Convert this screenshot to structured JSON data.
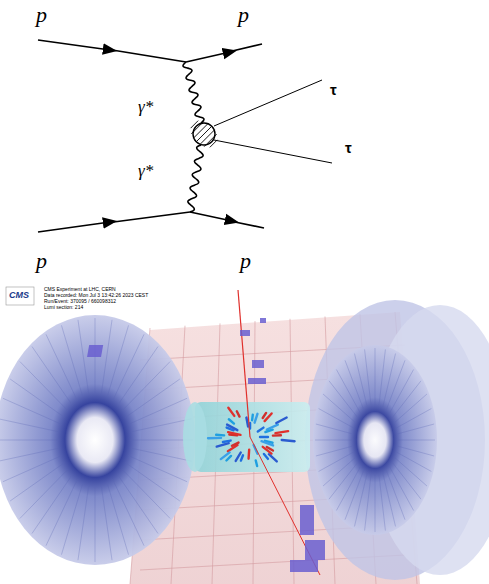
{
  "diagram": {
    "labels": [
      "p",
      "p",
      "γ*",
      "τ",
      "γ*",
      "τ",
      "p",
      "p",
      "CMS",
      "CMS Experiment at LHC, CERN",
      "Data recorded: Mon Jul 3 13:42:26 2023 CEST",
      "Run/Event: 370095 / 660098312",
      "Lumi section: 214"
    ]
  }
}
